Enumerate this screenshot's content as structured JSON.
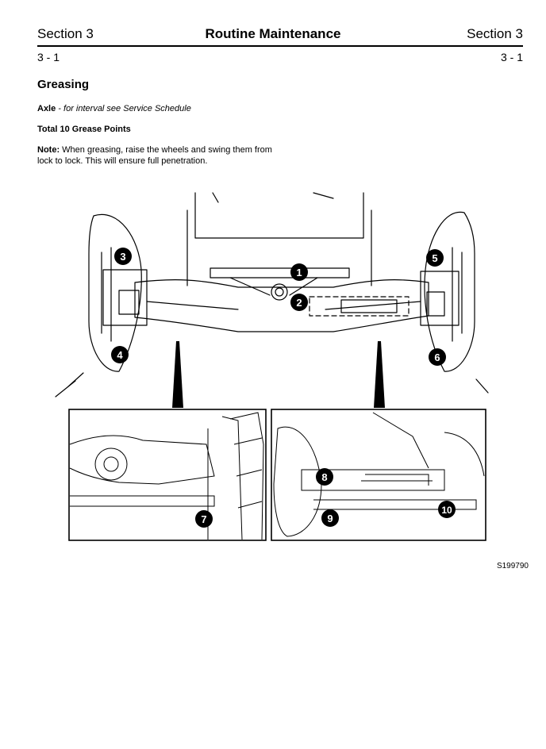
{
  "header": {
    "section_left": "Section 3",
    "title": "Routine Maintenance",
    "section_right": "Section 3",
    "page_left": "3 - 1",
    "page_right": "3 - 1"
  },
  "content": {
    "heading": "Greasing",
    "axle_label": "Axle",
    "axle_text": " - for interval see Service Schedule",
    "total": "Total 10 Grease Points",
    "note_label": "Note:",
    "note_text": " When greasing, raise the wheels and swing them from lock to lock. This will ensure full penetration."
  },
  "figure": {
    "callouts": [
      "1",
      "2",
      "3",
      "4",
      "5",
      "6",
      "7",
      "8",
      "9",
      "10"
    ],
    "code": "S199790"
  }
}
